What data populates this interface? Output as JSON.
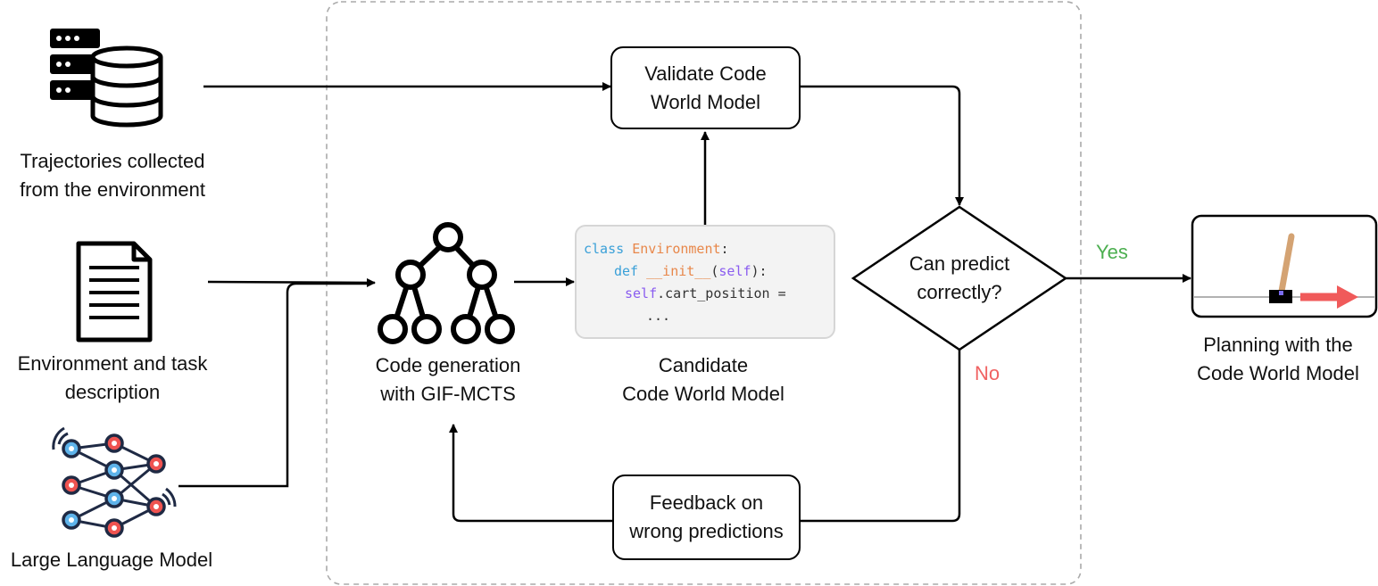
{
  "inputs": {
    "trajectories": [
      "Trajectories collected",
      "from the environment"
    ],
    "environment": [
      "Environment and task",
      "description"
    ],
    "llm": [
      "Large Language Model"
    ]
  },
  "process": {
    "validate": [
      "Validate Code",
      "World Model"
    ],
    "codegen": [
      "Code generation",
      "with GIF-MCTS"
    ],
    "candidate": [
      "Candidate",
      "Code World Model"
    ],
    "feedback": [
      "Feedback on",
      "wrong predictions"
    ],
    "decision": [
      "Can predict",
      "correctly?"
    ],
    "yes": "Yes",
    "no": "No"
  },
  "output": {
    "planning": [
      "Planning with the",
      "Code World Model"
    ]
  },
  "code_snippet": {
    "line1_kw": "class",
    "line1_name": "Environment",
    "line1_end": ":",
    "line2_kw": "def",
    "line2_name": "__init__",
    "line2_open": "(",
    "line2_self": "self",
    "line2_end": "):",
    "line3_self": "self",
    "line3_rest": ".cart_position =",
    "line4": "..."
  },
  "colors": {
    "yes": "#4caf50",
    "no": "#f06262",
    "keyword": "#3aa0d8",
    "class_name": "#e8874a",
    "self": "#8a5cf0",
    "dashed_border": "#aaaaaa",
    "arrow_red": "#f05a5a",
    "pole": "#d4a373",
    "node_red": "#ef5350",
    "node_blue": "#5eb3ea"
  },
  "icons": {
    "database": "server-database-icon",
    "document": "document-icon",
    "neural_net": "neural-network-icon",
    "tree": "tree-search-icon",
    "cartpole": "cartpole-environment-icon"
  }
}
